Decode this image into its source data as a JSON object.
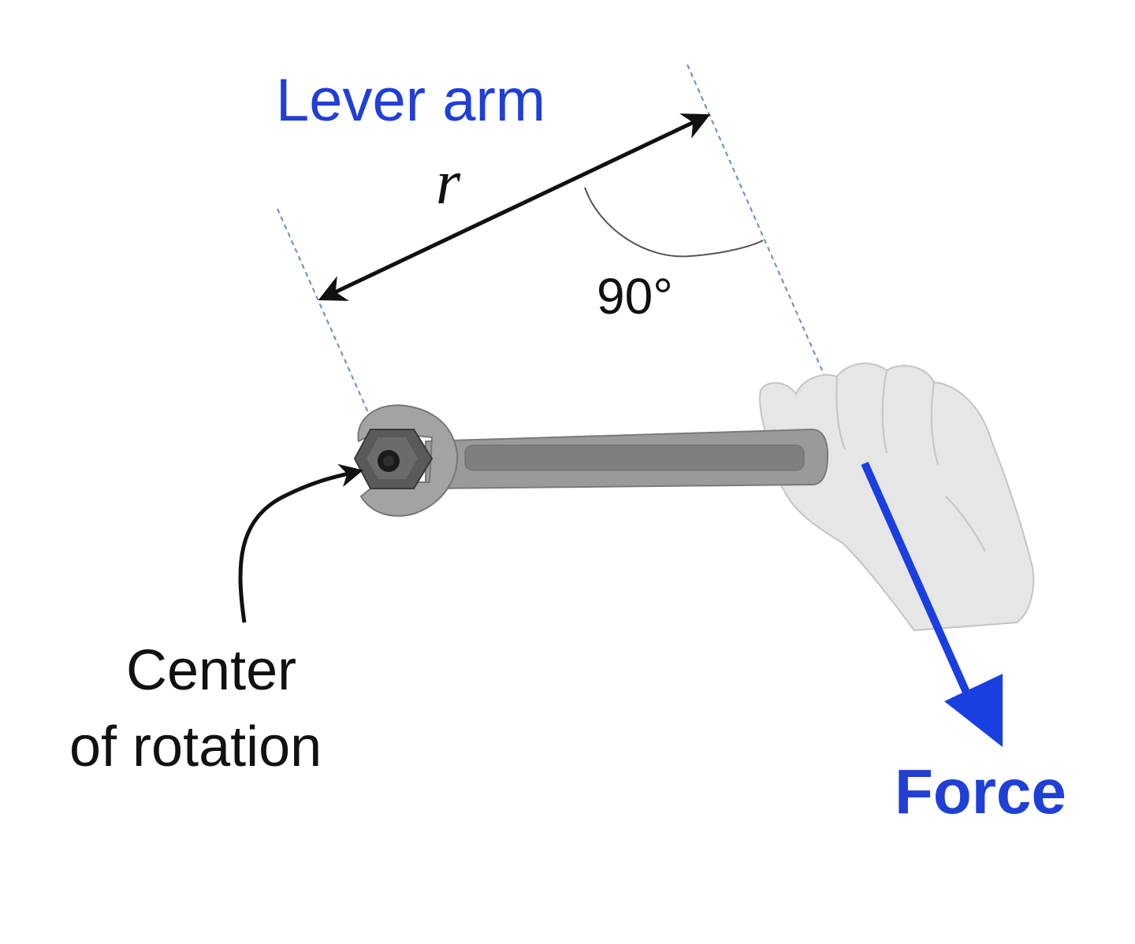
{
  "labels": {
    "lever_arm": "Lever arm",
    "r_symbol": "r",
    "angle": "90°",
    "center_line1": "Center",
    "center_line2": "of rotation",
    "force": "Force"
  },
  "icons": {
    "wrench": "wrench-icon",
    "hand": "hand-icon",
    "nut": "hex-nut-icon"
  },
  "colors": {
    "label_blue": "#1f3fd6",
    "force_arrow": "#1a3fe0",
    "guide_line": "#6f86c9",
    "text_black": "#111111",
    "wrench_gray": "#9a9a9a",
    "hand_gray": "#e6e6e6"
  }
}
